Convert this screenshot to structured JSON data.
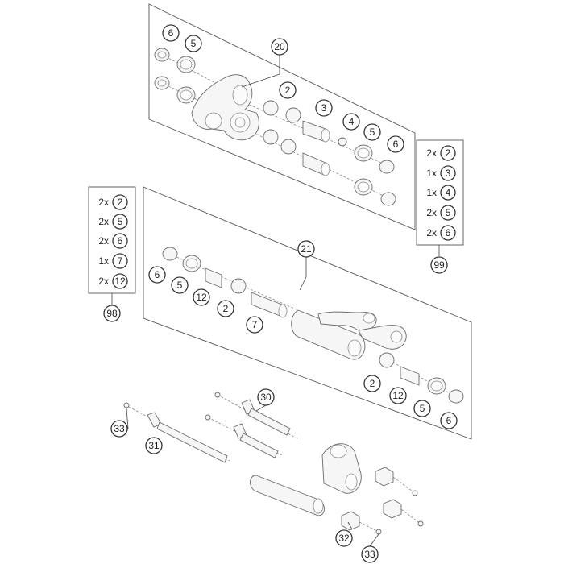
{
  "diagram": {
    "top_group": {
      "assembly_callout": "20",
      "callouts": [
        "6",
        "5",
        "2",
        "3",
        "4",
        "5",
        "6"
      ]
    },
    "middle_group": {
      "assembly_callout": "21",
      "callouts_left": [
        "6",
        "5",
        "12",
        "2",
        "7"
      ],
      "callouts_right": [
        "2",
        "12",
        "5",
        "6"
      ]
    },
    "bottom_group": {
      "callouts": [
        "30",
        "33",
        "31",
        "32",
        "33"
      ]
    },
    "kit_98": {
      "label": "98",
      "rows": [
        {
          "qty": "2x",
          "part": "2"
        },
        {
          "qty": "2x",
          "part": "5"
        },
        {
          "qty": "2x",
          "part": "6"
        },
        {
          "qty": "1x",
          "part": "7"
        },
        {
          "qty": "2x",
          "part": "12"
        }
      ]
    },
    "kit_99": {
      "label": "99",
      "rows": [
        {
          "qty": "2x",
          "part": "2"
        },
        {
          "qty": "1x",
          "part": "3"
        },
        {
          "qty": "1x",
          "part": "4"
        },
        {
          "qty": "2x",
          "part": "5"
        },
        {
          "qty": "2x",
          "part": "6"
        }
      ]
    }
  }
}
